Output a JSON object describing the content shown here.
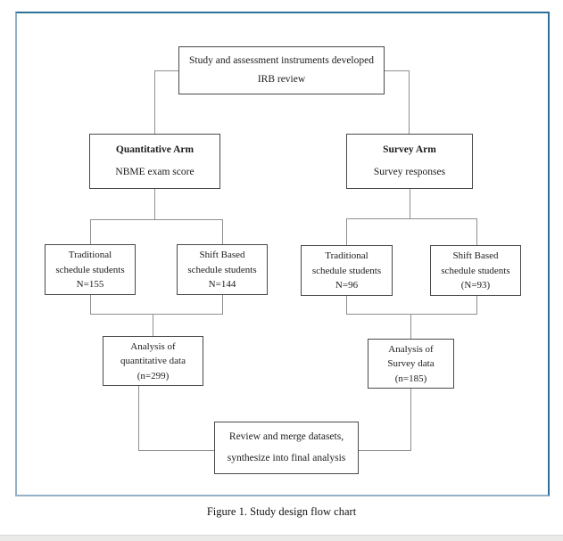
{
  "page": {
    "caption": "Figure 1. Study design flow chart"
  },
  "colors": {
    "frame_dark": "#2f7099",
    "frame_light": "#92b1c6",
    "box_border": "#4a4a4a",
    "connector": "#8f8f8f",
    "text": "#1c1c1c",
    "footer_strip": "#eaeae8"
  },
  "nodes": {
    "start": {
      "lines": [
        "Study and assessment instruments developed",
        "IRB review"
      ]
    },
    "quant_arm": {
      "title": "Quantitative Arm",
      "subtitle": "NBME exam score"
    },
    "survey_arm": {
      "title": "Survey Arm",
      "subtitle": "Survey responses"
    },
    "quant_traditional": {
      "lines": [
        "Traditional",
        "schedule students",
        "N=155"
      ]
    },
    "quant_shift": {
      "lines": [
        "Shift Based",
        "schedule students",
        "N=144"
      ]
    },
    "survey_traditional": {
      "lines": [
        "Traditional",
        "schedule students",
        "N=96"
      ]
    },
    "survey_shift": {
      "lines": [
        "Shift Based",
        "schedule students",
        "(N=93)"
      ]
    },
    "quant_analysis": {
      "lines": [
        "Analysis of",
        "quantitative data",
        "(n=299)"
      ]
    },
    "survey_analysis": {
      "lines": [
        "Analysis of",
        "Survey data",
        "(n=185)"
      ]
    },
    "merge": {
      "lines": [
        "Review and merge datasets,",
        "synthesize into final analysis"
      ]
    }
  }
}
